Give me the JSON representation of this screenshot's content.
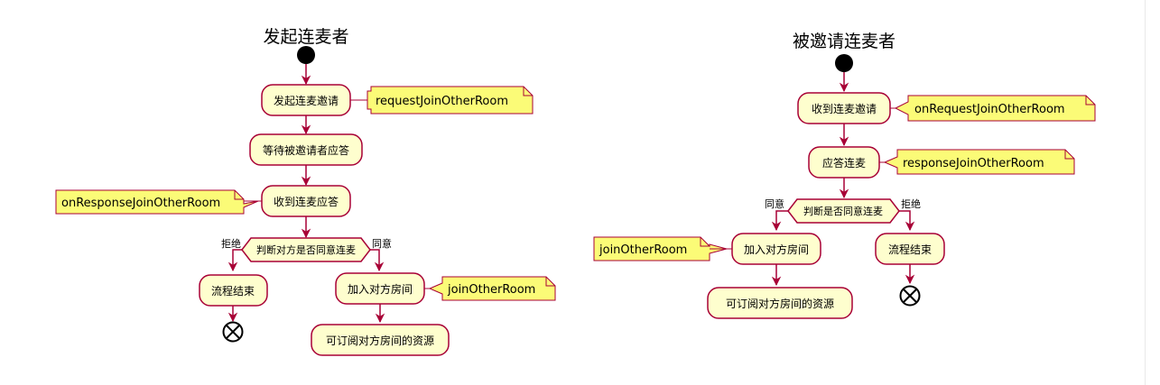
{
  "left": {
    "title": "发起连麦者",
    "actions": {
      "a1": "发起连麦邀请",
      "a2": "等待被邀请者应答",
      "a3": "收到连麦应答",
      "reject_end": "流程结束",
      "join": "加入对方房间",
      "subscribe": "可订阅对方房间的资源"
    },
    "decision": "判断对方是否同意连麦",
    "branch_reject": "拒绝",
    "branch_agree": "同意",
    "notes": {
      "n1": "requestJoinOtherRoom",
      "n2": "onResponseJoinOtherRoom",
      "n3": "joinOtherRoom"
    }
  },
  "right": {
    "title": "被邀请连麦者",
    "actions": {
      "a1": "收到连麦邀请",
      "a2": "应答连麦",
      "join": "加入对方房间",
      "subscribe": "可订阅对方房间的资源",
      "reject_end": "流程结束"
    },
    "decision": "判断是否同意连麦",
    "branch_agree": "同意",
    "branch_reject": "拒绝",
    "notes": {
      "n1": "onRequestJoinOtherRoom",
      "n2": "responseJoinOtherRoom",
      "n3": "joinOtherRoom"
    }
  },
  "colors": {
    "activity_fill": "#FEFECE",
    "border": "#A80036",
    "note_fill": "#FBFB77",
    "start_node": "#000000",
    "background": "#FFFFFF"
  }
}
